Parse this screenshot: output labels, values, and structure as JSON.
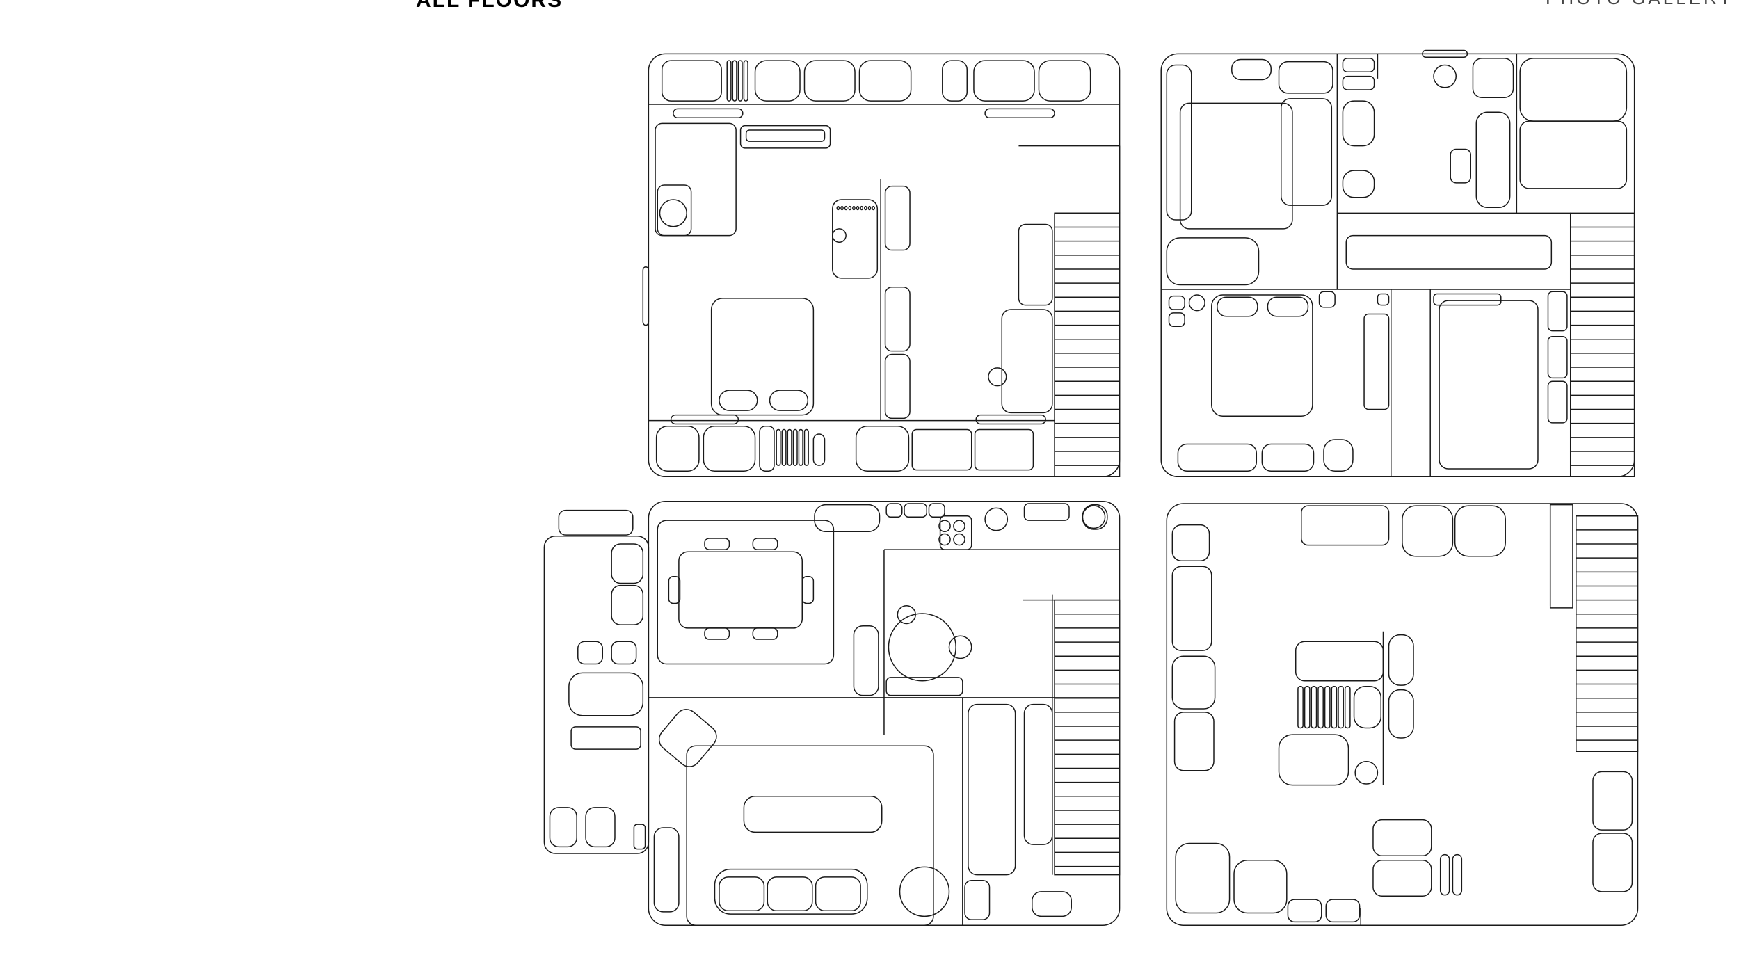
{
  "header": {
    "left_link": "ALL FLOORS",
    "right_link": "PHOTO GALLERY"
  },
  "floor_plans": {
    "count": 4,
    "line_color": "#1a1a1a",
    "background": "#ffffff"
  }
}
